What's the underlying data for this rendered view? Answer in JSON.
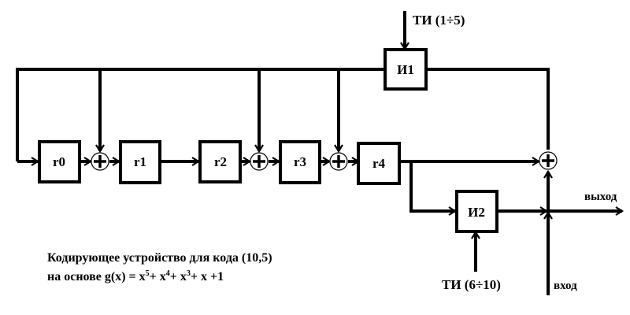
{
  "diagram": {
    "registers": [
      "r0",
      "r1",
      "r2",
      "r3",
      "r4"
    ],
    "gates": {
      "and1": "И1",
      "and2": "И2"
    },
    "inputs": {
      "ti_top": "ТИ (1÷5)",
      "ti_bottom": "ТИ (6÷10)",
      "input": "вход"
    },
    "outputs": {
      "output": "выход"
    },
    "xor_symbol": "⊕"
  },
  "caption": {
    "line1": "Кодирующее устройство для кода (10,5)",
    "line2_prefix": "на основе g(x) = x",
    "exp5": "5",
    "plus1": "+ x",
    "exp4": "4",
    "plus2": "+ x",
    "exp3": "3",
    "tail": "+ x +1"
  }
}
